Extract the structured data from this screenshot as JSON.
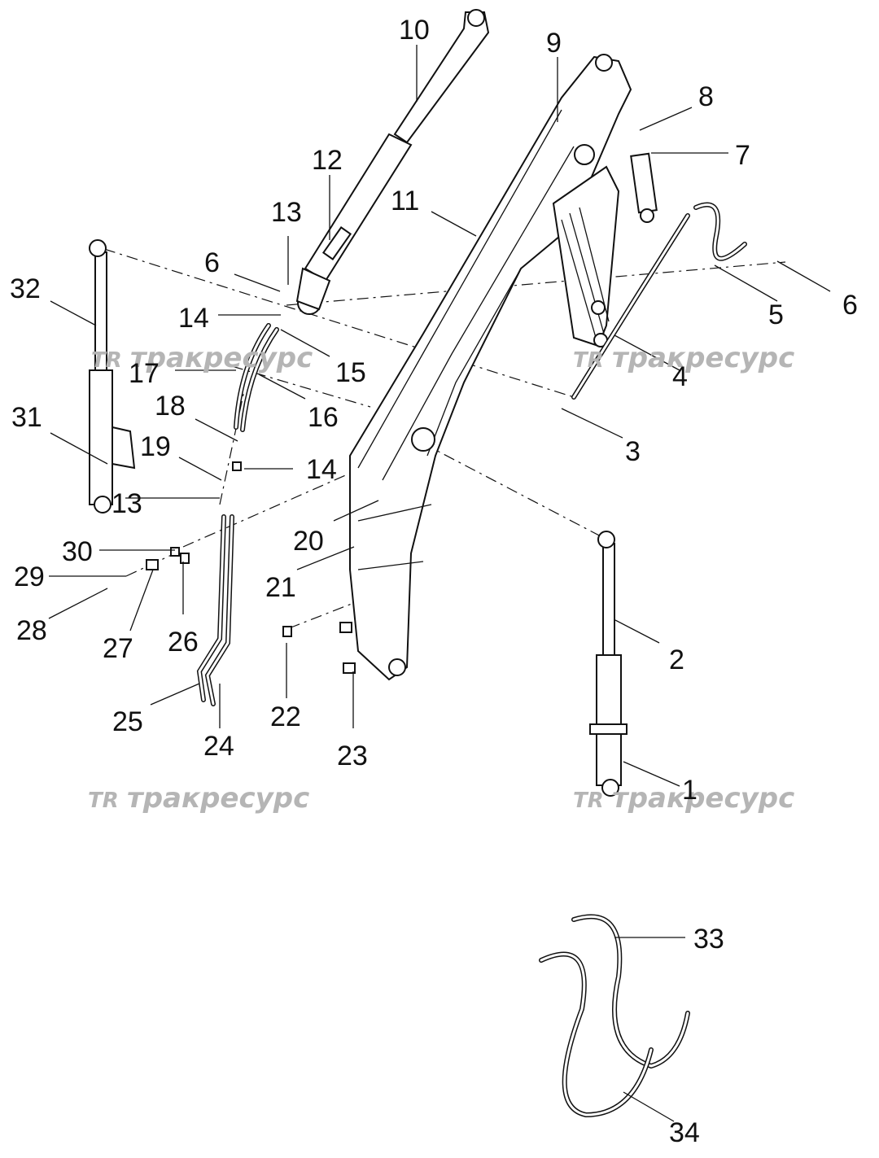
{
  "watermark": {
    "logo": "TR",
    "text": "тракресурс"
  },
  "callouts": [
    "1",
    "2",
    "3",
    "4",
    "5",
    "6",
    "6",
    "7",
    "8",
    "9",
    "10",
    "11",
    "12",
    "13",
    "13",
    "14",
    "14",
    "15",
    "16",
    "17",
    "18",
    "19",
    "20",
    "21",
    "22",
    "23",
    "24",
    "25",
    "26",
    "27",
    "28",
    "29",
    "30",
    "31",
    "32",
    "33",
    "34"
  ]
}
